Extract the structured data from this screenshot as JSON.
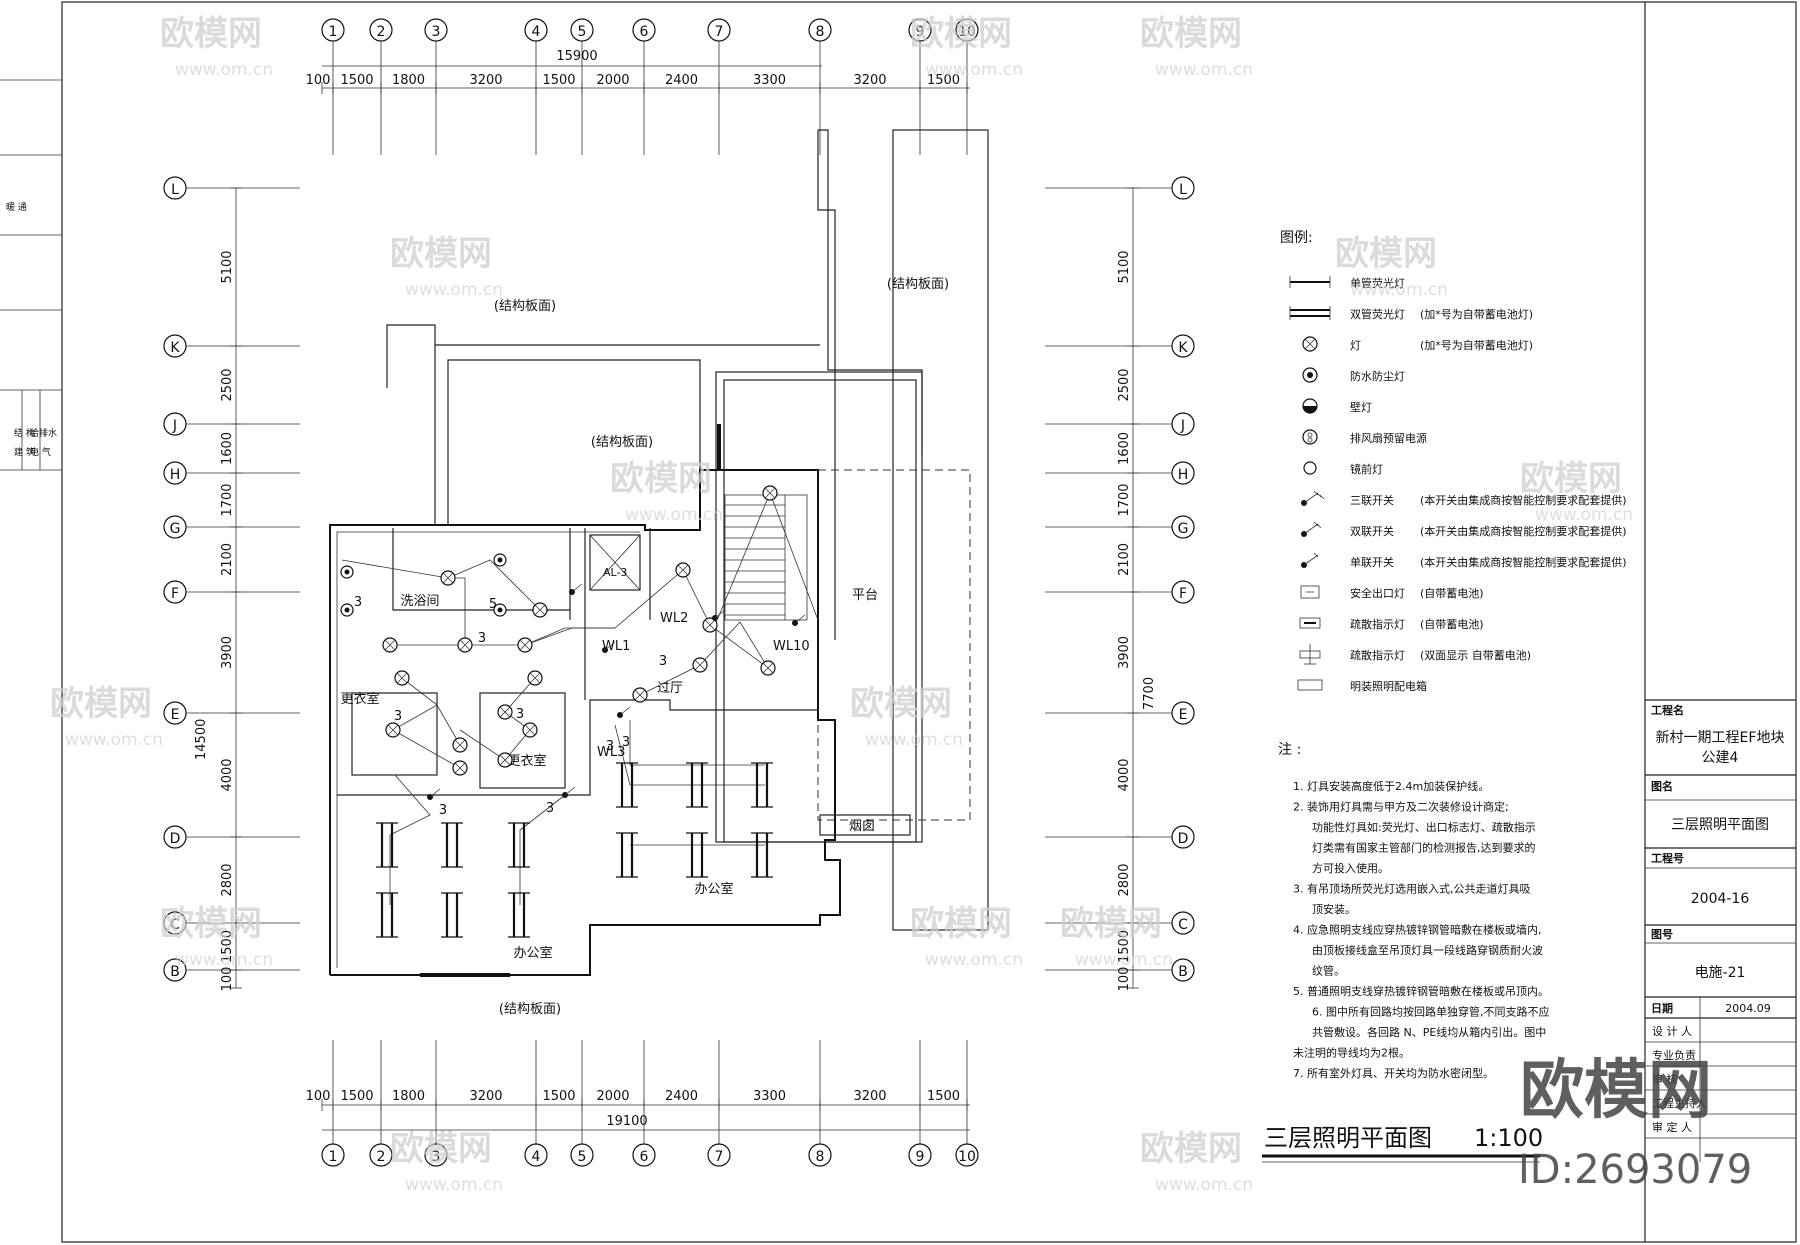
{
  "drawing_title": "三层照明平面图",
  "scale": "1:100",
  "grid": {
    "columns": [
      "1",
      "2",
      "3",
      "4",
      "5",
      "6",
      "7",
      "8",
      "9",
      "10"
    ],
    "rows": [
      "L",
      "K",
      "J",
      "H",
      "G",
      "F",
      "E",
      "D",
      "C",
      "B"
    ]
  },
  "dimensions": {
    "top_total": "15900",
    "top_spans": [
      "100",
      "1500",
      "1800",
      "3200",
      "1500",
      "2000",
      "2400",
      "3300",
      "3200",
      "1500"
    ],
    "bottom_total": "19100",
    "bottom_spans": [
      "100",
      "1500",
      "1800",
      "3200",
      "1500",
      "2000",
      "2400",
      "3300",
      "3200",
      "1500"
    ],
    "left_spans": [
      "5100",
      "2500",
      "1600",
      "1700",
      "2100",
      "3900",
      "4000",
      "2800",
      "1500",
      "100"
    ],
    "left_total": "14500",
    "right_spans": [
      "5100",
      "2500",
      "1600",
      "1700",
      "2100",
      "3900",
      "4000",
      "2800",
      "1500",
      "100"
    ],
    "right_total": "7700"
  },
  "rooms": {
    "structure_slab": "(结构板面)",
    "bathroom": "洗浴间",
    "changing_room": "更衣室",
    "office": "办公室",
    "corridor": "过厅",
    "platform": "平台",
    "flue": "烟囱"
  },
  "circuits": [
    "WL1",
    "WL2",
    "WL3",
    "WL10",
    "AL-3"
  ],
  "wire_counts": [
    "3",
    "5",
    "3",
    "3",
    "3",
    "3",
    "3",
    "3",
    "3",
    "3"
  ],
  "legend": {
    "title": "图例:",
    "items": [
      {
        "symbol": "single-fluorescent-lamp-symbol",
        "label": "单管荧光灯",
        "note": ""
      },
      {
        "symbol": "double-fluorescent-lamp-symbol",
        "label": "双管荧光灯",
        "note": "(加*号为自带蓄电池灯)"
      },
      {
        "symbol": "lamp-symbol",
        "label": "灯",
        "note": "(加*号为自带蓄电池灯)"
      },
      {
        "symbol": "waterproof-lamp-symbol",
        "label": "防水防尘灯",
        "note": ""
      },
      {
        "symbol": "wall-lamp-symbol",
        "label": "壁灯",
        "note": ""
      },
      {
        "symbol": "exhaust-fan-outlet-symbol",
        "label": "排风扇预留电源",
        "note": ""
      },
      {
        "symbol": "mirror-lamp-symbol",
        "label": "镜前灯",
        "note": ""
      },
      {
        "symbol": "triple-switch-symbol",
        "label": "三联开关",
        "note": "(本开关由集成商按智能控制要求配套提供)"
      },
      {
        "symbol": "double-switch-symbol",
        "label": "双联开关",
        "note": "(本开关由集成商按智能控制要求配套提供)"
      },
      {
        "symbol": "single-switch-symbol",
        "label": "单联开关",
        "note": "(本开关由集成商按智能控制要求配套提供)"
      },
      {
        "symbol": "exit-sign-symbol",
        "label": "安全出口灯",
        "note": "(自带蓄电池)"
      },
      {
        "symbol": "evacuation-sign-symbol",
        "label": "疏散指示灯",
        "note": "(自带蓄电池)"
      },
      {
        "symbol": "evacuation-sign-double-symbol",
        "label": "疏散指示灯",
        "note": "(双面显示 自带蓄电池)"
      },
      {
        "symbol": "lighting-panel-symbol",
        "label": "明装照明配电箱",
        "note": ""
      }
    ]
  },
  "notes": {
    "title": "注 :",
    "lines": [
      "1. 灯具安装高度低于2.4m加装保护线。",
      "2. 装饰用灯具需与甲方及二次装修设计商定;",
      "功能性灯具如:荧光灯、出口标志灯、疏散指示",
      "灯类需有国家主管部门的检测报告,达到要求的",
      "方可投入使用。",
      "3. 有吊顶场所荧光灯选用嵌入式,公共走道灯具吸",
      "顶安装。",
      "4. 应急照明支线应穿热镀锌钢管暗敷在楼板或墙内,",
      "由顶板接线盒至吊顶灯具一段线路穿钢质耐火波",
      "纹管。",
      "5. 普通照明支线穿热镀锌钢管暗敷在楼板或吊顶内。",
      "6. 图中所有回路均按回路单独穿管,不同支路不应",
      "共管敷设。各回路 N、PE线均从箱内引出。图中",
      "未注明的导线均为2根。",
      "7. 所有室外灯具、开关均为防水密闭型。"
    ]
  },
  "title_block": {
    "project_label": "工程名",
    "project_name_1": "新村一期工程EF地块",
    "project_name_2": "公建4",
    "drawing_name_label": "图名",
    "drawing_name": "三层照明平面图",
    "project_no_label": "工程号",
    "project_no": "2004-16",
    "sheet_no_label": "图号",
    "sheet_no": "电施-21",
    "date_label": "日期",
    "date": "2004.09",
    "roles": [
      "设 计 人",
      "专业负责",
      "审 核",
      "工程主持人",
      "审 定 人"
    ]
  },
  "left_strip": {
    "labels": [
      "建 筑",
      "结 构",
      "电 气",
      "给排水",
      "暖 通"
    ]
  },
  "watermark": {
    "brand": "欧模网",
    "url": "www.om.cn",
    "id": "ID:2693079"
  },
  "colors": {
    "line": "#111111",
    "watermark": "#c8c8c8",
    "background": "#ffffff"
  }
}
